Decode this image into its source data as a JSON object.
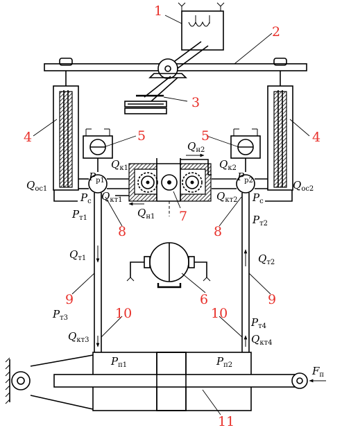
{
  "colors": {
    "line": "#000000",
    "callout": "#e8302a",
    "background": "#ffffff"
  },
  "callouts": [
    "1",
    "2",
    "3",
    "4",
    "4",
    "5",
    "5",
    "6",
    "7",
    "8",
    "8",
    "9",
    "9",
    "10",
    "10",
    "11"
  ],
  "labels": {
    "q_oc1": {
      "main": "Q",
      "sub": "ос1"
    },
    "q_oc2": {
      "main": "Q",
      "sub": "ос2"
    },
    "q_k1": {
      "main": "Q",
      "sub": "к1"
    },
    "q_k2": {
      "main": "Q",
      "sub": "к2"
    },
    "q_n2": {
      "main": "Q",
      "sub": "н2"
    },
    "q_n1": {
      "main": "Q",
      "sub": "н1"
    },
    "p_p1": {
      "main": "P",
      "sub": "р1"
    },
    "p_p2": {
      "main": "P",
      "sub": "р2"
    },
    "p_c_left": {
      "main": "P",
      "sub": "с"
    },
    "p_c_right": {
      "main": "P",
      "sub": "с"
    },
    "q_kt1": {
      "main": "Q",
      "sub": "кт1"
    },
    "q_kt2": {
      "main": "Q",
      "sub": "кт2"
    },
    "p_t1": {
      "main": "P",
      "sub": "т1"
    },
    "p_t2": {
      "main": "P",
      "sub": "т2"
    },
    "q_t1": {
      "main": "Q",
      "sub": "т1"
    },
    "q_t2": {
      "main": "Q",
      "sub": "т2"
    },
    "p_t3": {
      "main": "P",
      "sub": "т3"
    },
    "p_t4": {
      "main": "P",
      "sub": "т4"
    },
    "q_kt3": {
      "main": "Q",
      "sub": "кт3"
    },
    "q_kt4": {
      "main": "Q",
      "sub": "кт4"
    },
    "p_n1": {
      "main": "P",
      "sub": "п1"
    },
    "p_n2": {
      "main": "P",
      "sub": "п2"
    },
    "f_n": {
      "main": "F",
      "sub": "п"
    }
  }
}
